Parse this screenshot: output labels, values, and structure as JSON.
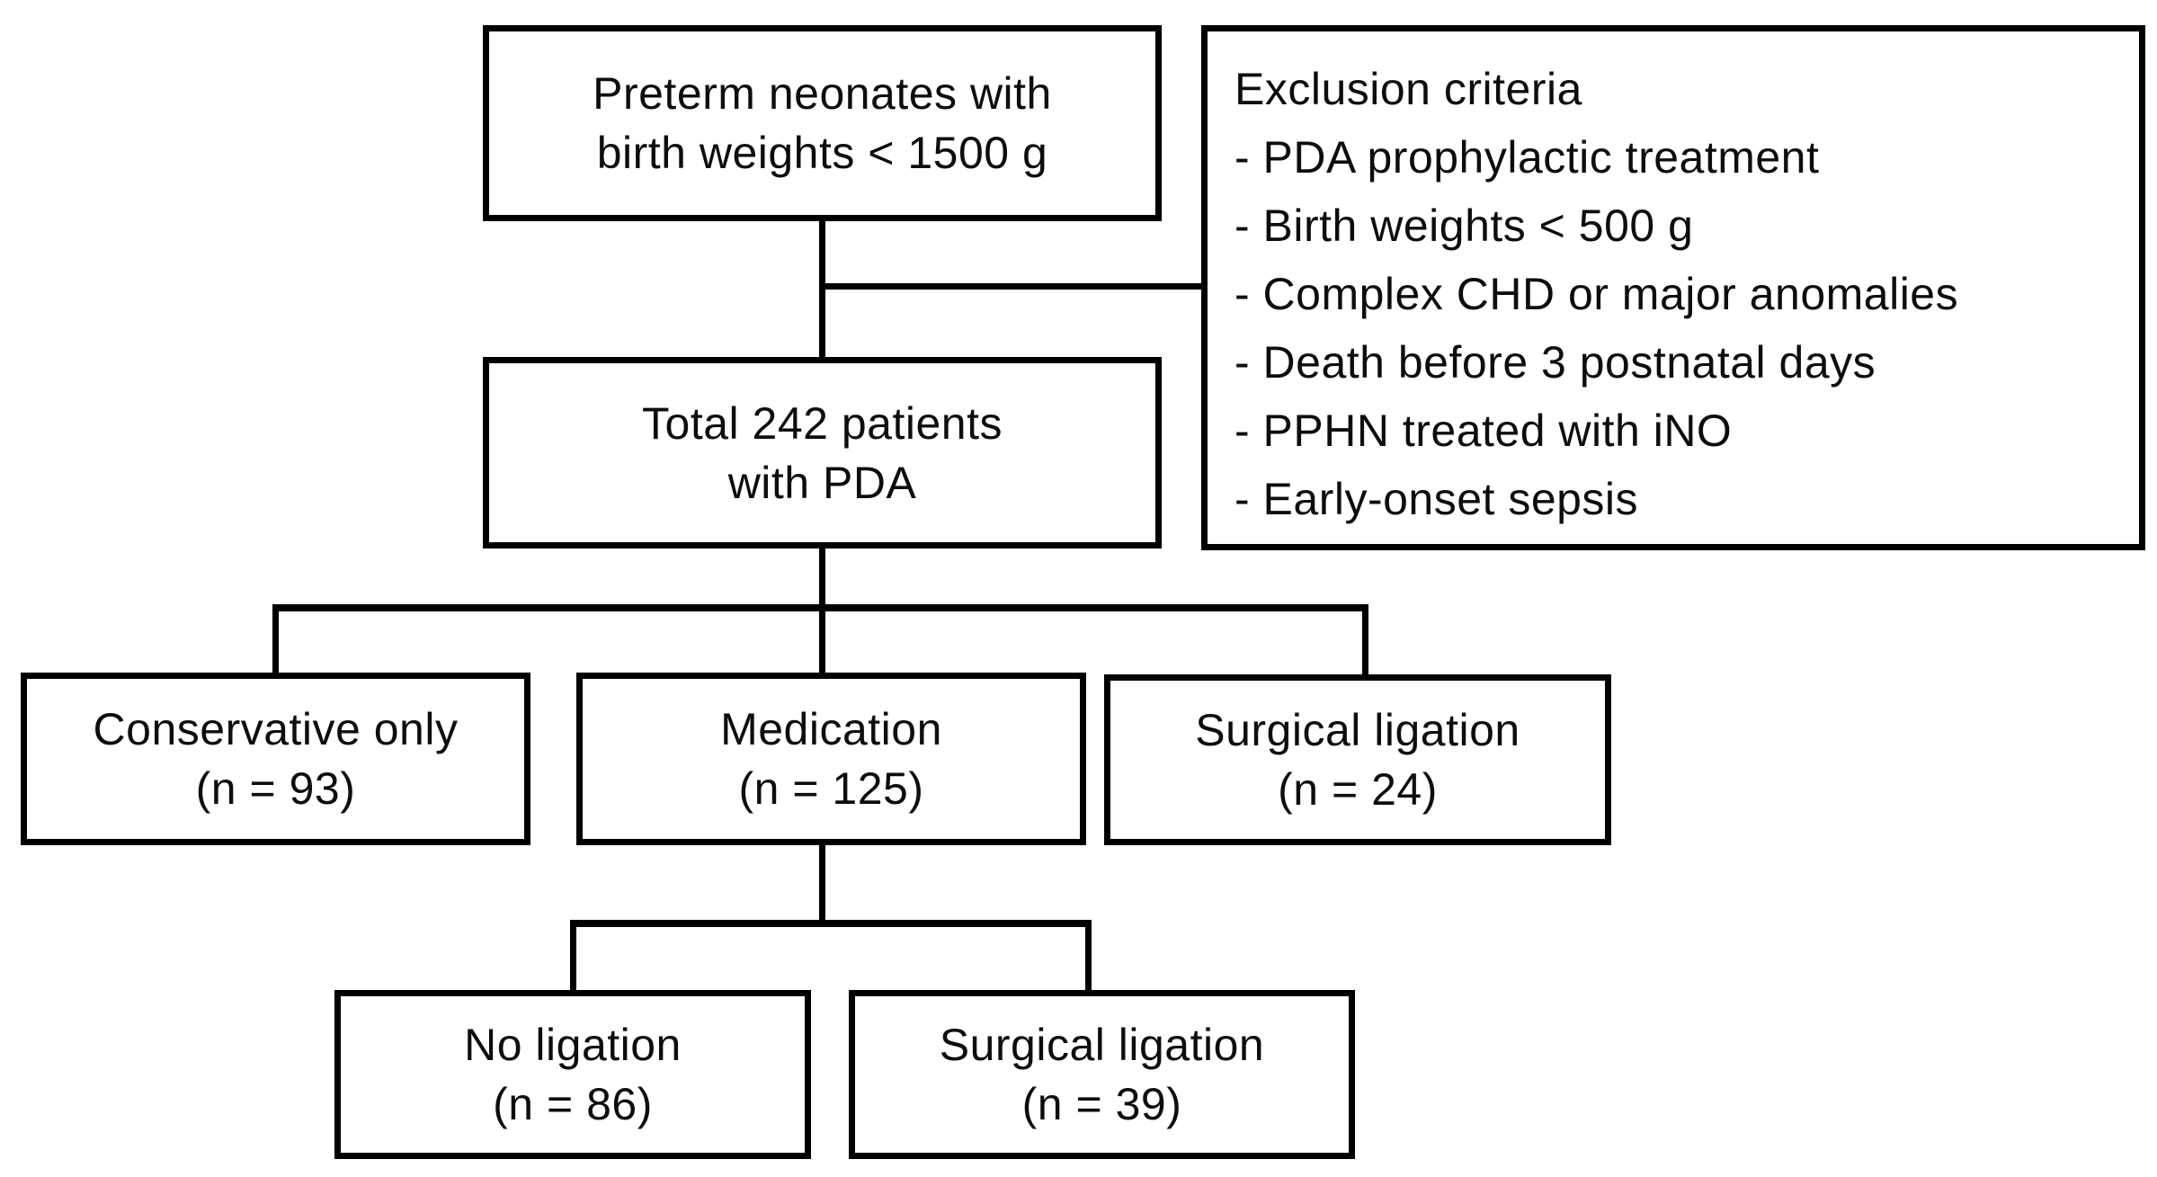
{
  "colors": {
    "line": "#000000",
    "background": "#ffffff",
    "text": "#0d0d0d"
  },
  "boxes": {
    "preterm": {
      "line1": "Preterm neonates with",
      "line2": "birth weights < 1500 g"
    },
    "exclusion": {
      "title": "Exclusion criteria",
      "items": [
        "- PDA prophylactic treatment",
        "- Birth weights < 500 g",
        "- Complex CHD or major anomalies",
        "- Death before 3 postnatal days",
        "- PPHN treated with iNO",
        "- Early-onset sepsis"
      ]
    },
    "total": {
      "line1": "Total 242 patients",
      "line2": "with PDA"
    },
    "conservative": {
      "line1": "Conservative only",
      "line2": "(n = 93)"
    },
    "medication": {
      "line1": "Medication",
      "line2": "(n = 125)"
    },
    "surgical_ligation": {
      "line1": "Surgical ligation",
      "line2": "(n = 24)"
    },
    "no_ligation": {
      "line1": "No ligation",
      "line2": "(n = 86)"
    },
    "surgical_ligation_after_medication": {
      "line1": "Surgical ligation",
      "line2": "(n = 39)"
    }
  }
}
